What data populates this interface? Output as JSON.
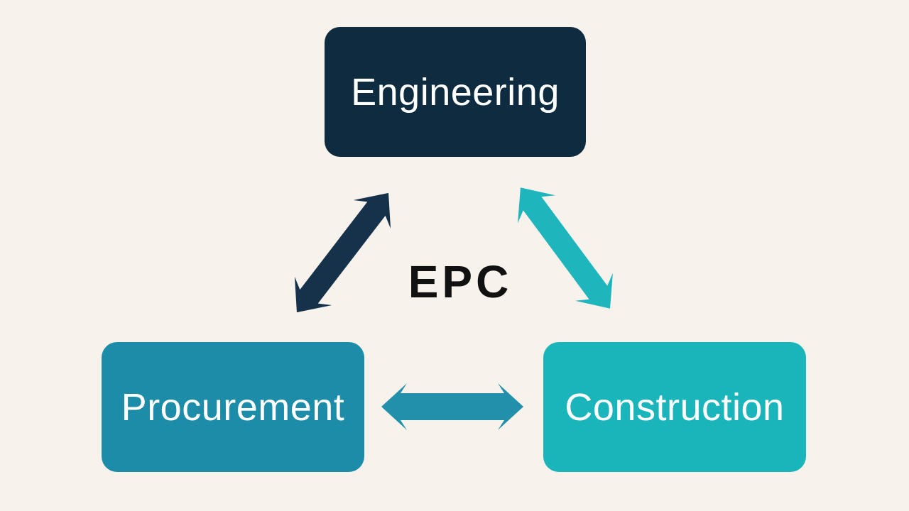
{
  "diagram": {
    "title": "EPC",
    "background_color": "#f7f3ec",
    "center_label": {
      "text": "EPC",
      "color": "#111111"
    },
    "nodes": [
      {
        "id": "engineering",
        "label": "Engineering",
        "fill": "#0e2b40",
        "text_color": "#ffffff"
      },
      {
        "id": "procurement",
        "label": "Procurement",
        "fill": "#1c8ca8",
        "text_color": "#ffffff"
      },
      {
        "id": "construction",
        "label": "Construction",
        "fill": "#1ab5bb",
        "text_color": "#ffffff"
      }
    ],
    "connectors": [
      {
        "id": "engineering-procurement",
        "between": [
          "Engineering",
          "Procurement"
        ],
        "style": "double-headed-arrow",
        "color": "#16314a"
      },
      {
        "id": "engineering-construction",
        "between": [
          "Engineering",
          "Construction"
        ],
        "style": "double-headed-arrow",
        "color": "#1fb5bd"
      },
      {
        "id": "procurement-construction",
        "between": [
          "Procurement",
          "Construction"
        ],
        "style": "double-headed-arrow",
        "color": "#2290aa"
      }
    ]
  }
}
